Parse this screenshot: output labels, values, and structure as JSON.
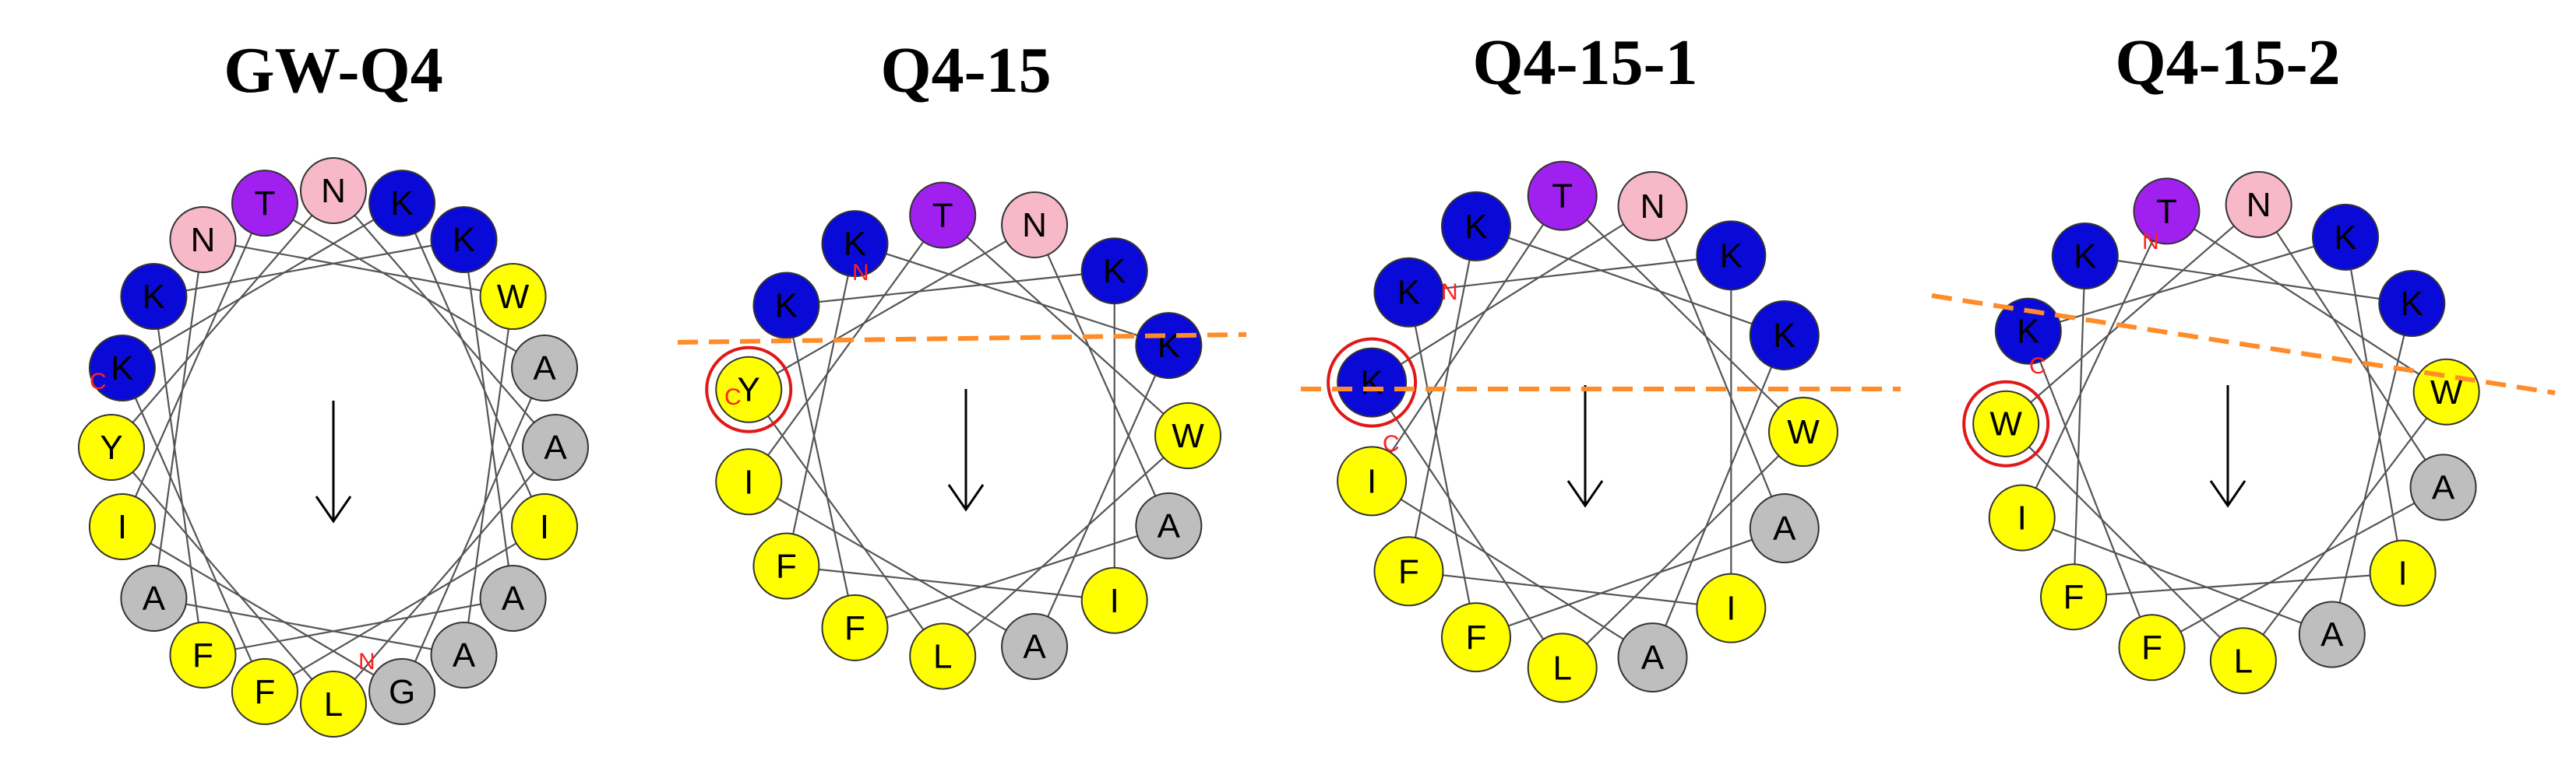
{
  "colors": {
    "blue": "#0a0ad8",
    "pink": "#f7b8c8",
    "purple": "#a020f0",
    "yellow": "#ffff00",
    "gray": "#bebebe",
    "dash": "#ff8c28",
    "ring": "#e01818",
    "terminus": "#ff2020"
  },
  "panels": [
    {
      "title": "GW-Q4",
      "residues": [
        "N",
        "T",
        "N",
        "K",
        "K",
        "Y",
        "I",
        "A",
        "F",
        "F",
        "L",
        "G",
        "A",
        "A",
        "I",
        "A",
        "A",
        "W",
        "K",
        "K"
      ],
      "residue_colors": [
        "pink",
        "purple",
        "pink",
        "blue",
        "blue",
        "yellow",
        "yellow",
        "gray",
        "yellow",
        "yellow",
        "yellow",
        "gray",
        "gray",
        "gray",
        "yellow",
        "gray",
        "gray",
        "yellow",
        "blue",
        "blue"
      ],
      "termini": [
        "N",
        "C"
      ],
      "highlighted_residue": null,
      "cut_line": false
    },
    {
      "title": "Q4-15",
      "residues": [
        "N",
        "T",
        "K",
        "K",
        "Y",
        "I",
        "F",
        "F",
        "L",
        "A",
        "I",
        "A",
        "W",
        "K",
        "K"
      ],
      "residue_colors": [
        "pink",
        "purple",
        "blue",
        "blue",
        "yellow",
        "yellow",
        "yellow",
        "yellow",
        "yellow",
        "gray",
        "yellow",
        "gray",
        "yellow",
        "blue",
        "blue"
      ],
      "termini": [
        "N",
        "C"
      ],
      "highlighted_residue": "Y",
      "cut_line": true
    },
    {
      "title": "Q4-15-1",
      "residues": [
        "T",
        "K",
        "K",
        "K",
        "I",
        "F",
        "F",
        "L",
        "A",
        "I",
        "A",
        "W",
        "K",
        "K",
        "N"
      ],
      "residue_colors": [
        "purple",
        "blue",
        "blue",
        "blue",
        "yellow",
        "yellow",
        "yellow",
        "yellow",
        "gray",
        "yellow",
        "gray",
        "yellow",
        "blue",
        "blue",
        "pink"
      ],
      "termini": [
        "N",
        "C"
      ],
      "highlighted_residue": "K",
      "cut_line": true
    },
    {
      "title": "Q4-15-2",
      "residues": [
        "N",
        "T",
        "K",
        "K",
        "W",
        "I",
        "F",
        "F",
        "L",
        "A",
        "I",
        "A",
        "W",
        "K",
        "K"
      ],
      "residue_colors": [
        "pink",
        "purple",
        "blue",
        "blue",
        "yellow",
        "yellow",
        "yellow",
        "yellow",
        "yellow",
        "gray",
        "yellow",
        "gray",
        "yellow",
        "blue",
        "blue"
      ],
      "termini": [
        "N",
        "C"
      ],
      "highlighted_residue": "W",
      "cut_line": true
    }
  ]
}
